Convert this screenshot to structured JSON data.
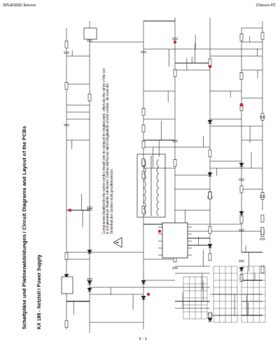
{
  "diagram": {
    "title": "Schaltpläne und Platinenabbildungen / Circuit Diagrams and Layout of the PCBs",
    "labels": [
      "SPLENDID Service",
      "Chassis FC",
      "KX 186 - Netzteil / Power Supply",
      "Components identified by the safety symbol should only be replaced by original parts, otherwise the safety of the set is not guaranteed. Bauteile mit diesem Zeichen dürfen nur durch Originalteile ersetzt werden, da sonst die Sicherheit des Gerätes nicht gewährleistet ist.",
      "3 - 1"
    ]
  }
}
